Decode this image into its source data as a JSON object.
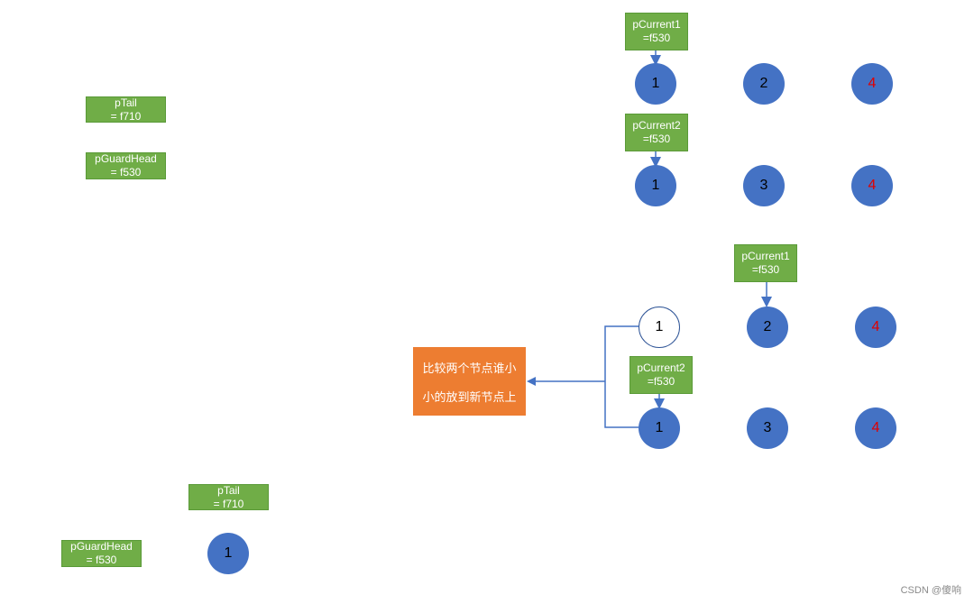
{
  "pointer_boxes": {
    "top_tail": {
      "name": "pTail",
      "value": "= f710"
    },
    "top_guard": {
      "name": "pGuardHead",
      "value": "= f530"
    },
    "pc1_row1": {
      "name": "pCurrent1",
      "value": "=f530"
    },
    "pc2_row2": {
      "name": "pCurrent2",
      "value": "=f530"
    },
    "pc1_mid": {
      "name": "pCurrent1",
      "value": "=f530"
    },
    "pc2_mid": {
      "name": "pCurrent2",
      "value": "=f530"
    },
    "bottom_tail": {
      "name": "pTail",
      "value": "= f710"
    },
    "bottom_guard": {
      "name": "pGuardHead",
      "value": "= f530"
    }
  },
  "lists": {
    "list1_top": [
      "1",
      "2",
      "4"
    ],
    "list2_top": [
      "1",
      "3",
      "4"
    ],
    "list1_mid": [
      "1",
      "2",
      "4"
    ],
    "list2_mid": [
      "1",
      "3",
      "4"
    ],
    "new_list": [
      "1"
    ]
  },
  "compare_box": {
    "line1": "比较两个节点谁小",
    "line2": "小的放到新节点上"
  },
  "watermark": "CSDN @傻响",
  "colors": {
    "pointer_fill": "#70ad47",
    "node_fill": "#4472c4",
    "node_emphasis_text": "#e00000",
    "compare_fill": "#ed7d31",
    "connector": "#4472c4"
  }
}
